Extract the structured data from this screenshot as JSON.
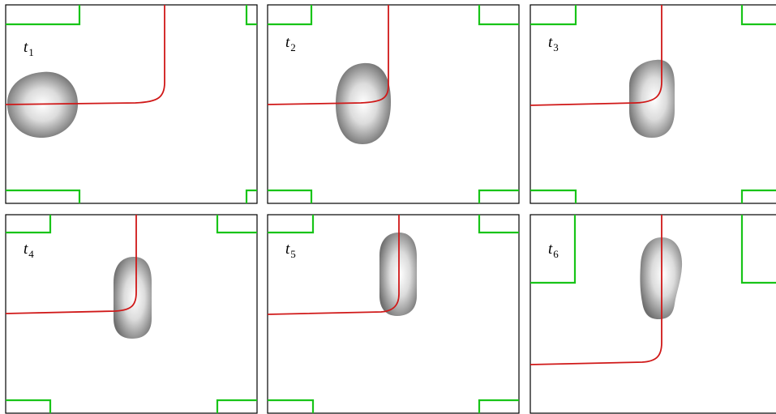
{
  "panels": [
    {
      "label": "t",
      "subscript": "1"
    },
    {
      "label": "t",
      "subscript": "2"
    },
    {
      "label": "t",
      "subscript": "3"
    },
    {
      "label": "t",
      "subscript": "4"
    },
    {
      "label": "t",
      "subscript": "5"
    },
    {
      "label": "t",
      "subscript": "6"
    }
  ],
  "colors": {
    "frame": "#000000",
    "walls": "#18c418",
    "trajectory": "#d01818",
    "droplet_light": "#ffffff",
    "droplet_dark": "#6e6e6e"
  }
}
